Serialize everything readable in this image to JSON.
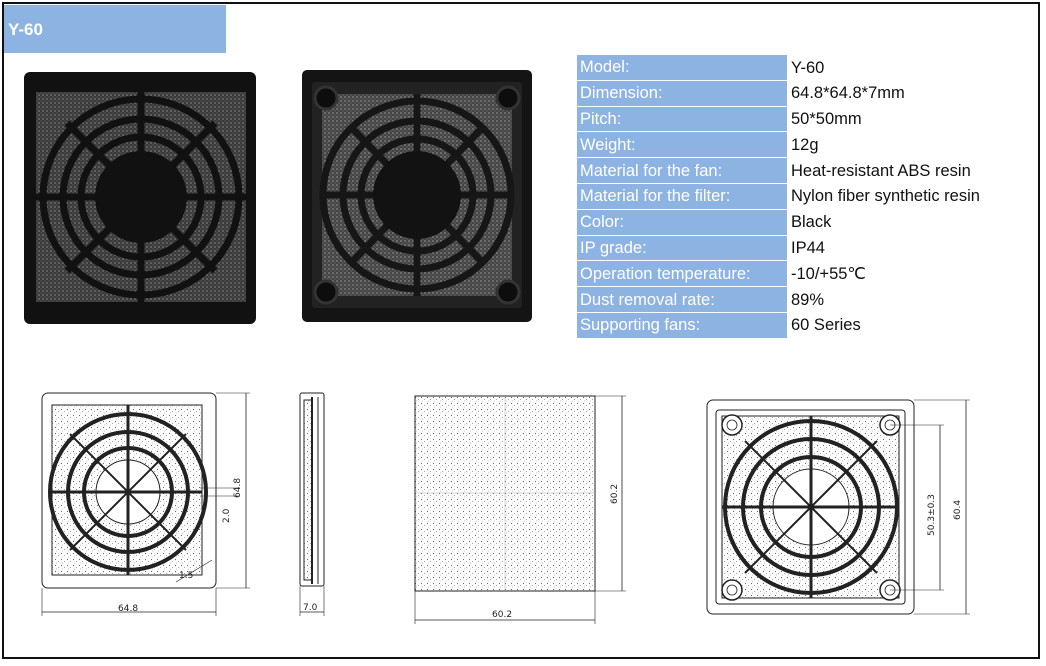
{
  "header": {
    "model": "Y-60"
  },
  "specs": [
    {
      "label": "Model:",
      "value": "Y-60"
    },
    {
      "label": "Dimension:",
      "value": "64.8*64.8*7mm"
    },
    {
      "label": "Pitch:",
      "value": "50*50mm"
    },
    {
      "label": "Weight:",
      "value": "12g"
    },
    {
      "label": "Material for the fan:",
      "value": "Heat-resistant ABS resin"
    },
    {
      "label": "Material for the filter:",
      "value": "Nylon fiber synthetic resin"
    },
    {
      "label": "Color:",
      "value": "Black"
    },
    {
      "label": "IP grade:",
      "value": "IP44"
    },
    {
      "label": "Operation temperature:",
      "value": "-10/+55℃"
    },
    {
      "label": "Dust removal rate:",
      "value": "89%"
    },
    {
      "label": "Supporting fans:",
      "value": "60 Series"
    }
  ],
  "drawings": {
    "front": {
      "width": "64.8",
      "height": "64.8",
      "slot": "2.0",
      "corner": "1.5"
    },
    "side": {
      "thickness": "7.0"
    },
    "filter": {
      "width": "60.2",
      "height": "60.2"
    },
    "back": {
      "pitch": "50.3±0.3",
      "height": "60.4"
    }
  },
  "colors": {
    "accent": "#8db3e2",
    "frame": "#111111"
  }
}
